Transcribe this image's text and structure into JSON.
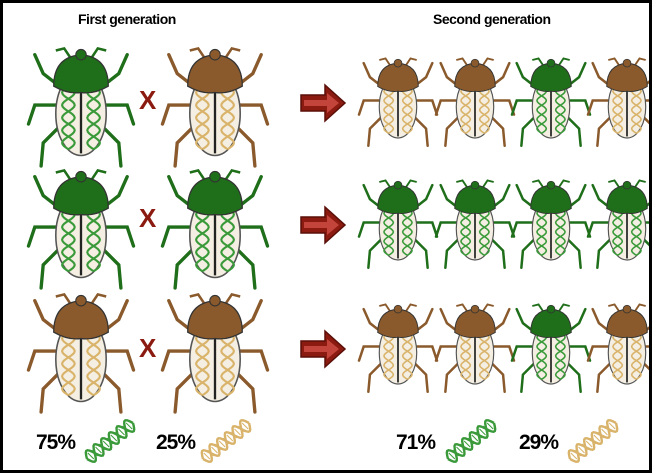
{
  "headings": {
    "first_generation": "First generation",
    "second_generation": "Second generation"
  },
  "cross_symbol": "X",
  "percentages": {
    "first_dark": "75%",
    "first_light": "25%",
    "second_dark": "71%",
    "second_light": "29%"
  },
  "rows": [
    {
      "parents": [
        "green",
        "brown"
      ],
      "offspring": [
        "brown",
        "brown",
        "green",
        "brown"
      ]
    },
    {
      "parents": [
        "green",
        "green"
      ],
      "offspring": [
        "green",
        "green",
        "green",
        "green"
      ]
    },
    {
      "parents": [
        "brown",
        "brown"
      ],
      "offspring": [
        "brown",
        "brown",
        "green",
        "brown"
      ]
    }
  ],
  "colors": {
    "green_head": "#1f6e1a",
    "green_body": "#2f8f2a",
    "brown_head": "#8a5a2c",
    "brown_body": "#a06a36",
    "arrow": "#8b1a10",
    "dna_green": "#3a9a3a",
    "dna_tan": "#d9b36a"
  }
}
